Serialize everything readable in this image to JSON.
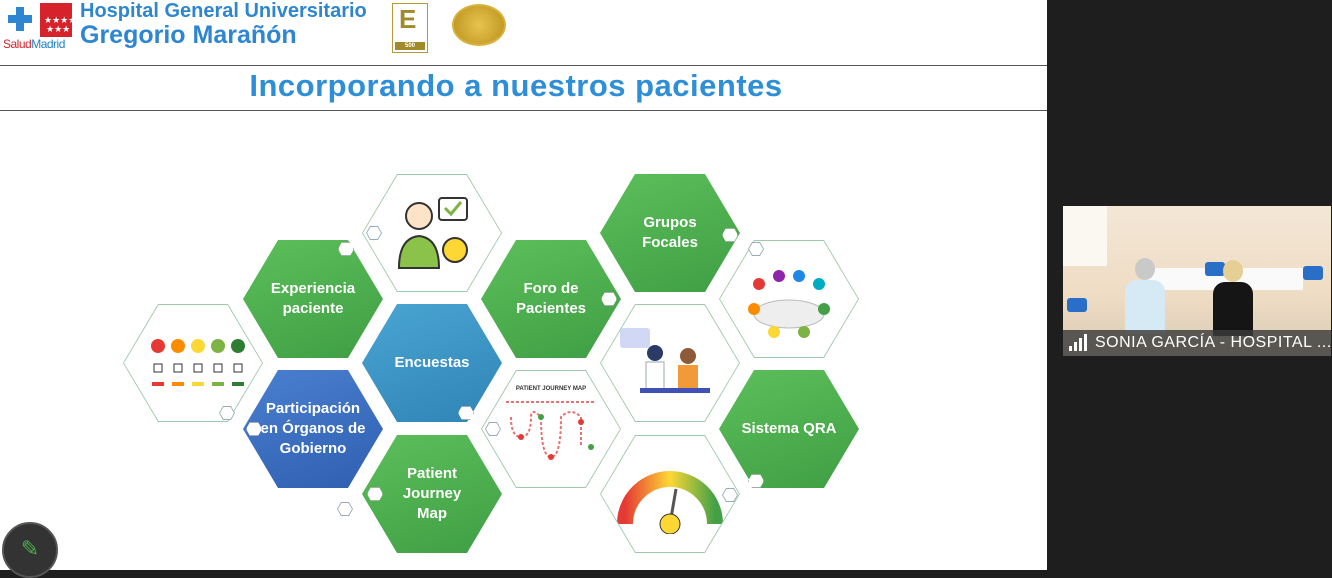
{
  "header": {
    "logo_text_1": "Salud",
    "logo_text_2": "Madrid",
    "hospital_line1": "Hospital General Universitario",
    "hospital_line2": "Gregorio Marañón",
    "badge_letter": "E",
    "badge_number": "500"
  },
  "slide_title": "Incorporando a nuestros pacientes",
  "hexagons": {
    "experiencia": "Experiencia paciente",
    "participacion": "Participación en Órganos de Gobierno",
    "encuestas": "Encuestas",
    "journey": "Patient Journey Map",
    "foro": "Foro de Pacientes",
    "grupos": "Grupos Focales",
    "qra": "Sistema QRA"
  },
  "journey_image_title": "PATIENT JOURNEY MAP",
  "video": {
    "participant_label": "SONIA GARCÍA  -  HOSPITAL ..."
  },
  "colors": {
    "green": "#4caf50",
    "blue": "#2f5fb0",
    "teal": "#2f84b6",
    "title": "#2e8ed8"
  }
}
